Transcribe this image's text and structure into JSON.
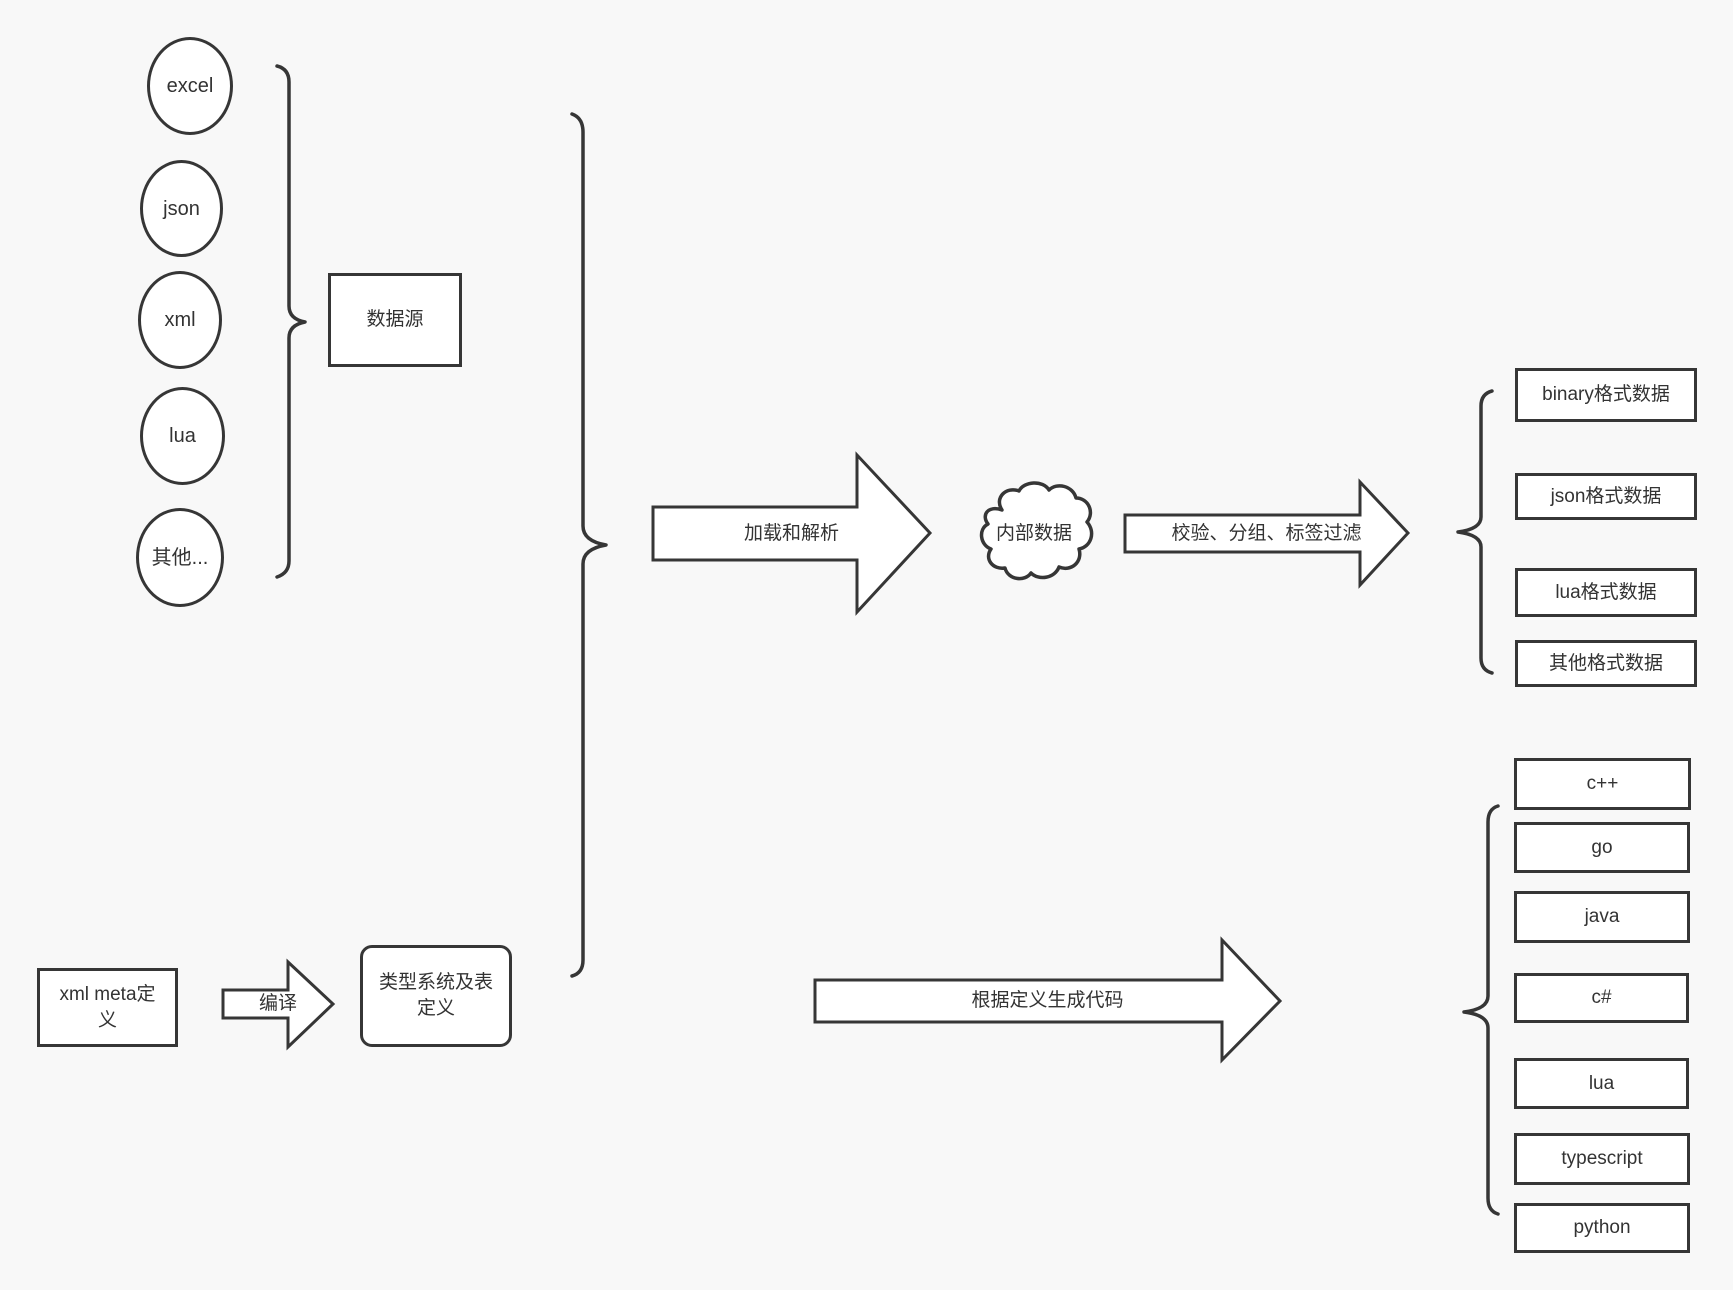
{
  "diagram": {
    "colors": {
      "background": "#f8f8f8",
      "shape_stroke": "#363636",
      "shape_fill": "#ffffff",
      "text": "#333333"
    },
    "source_ellipses": [
      {
        "label": "excel"
      },
      {
        "label": "json"
      },
      {
        "label": "xml"
      },
      {
        "label": "lua"
      },
      {
        "label": "其他..."
      }
    ],
    "data_source_box": {
      "label": "数据源"
    },
    "load_arrow": {
      "label": "加载和解析"
    },
    "internal_data_cloud": {
      "label": "内部数据"
    },
    "filter_arrow": {
      "label": "校验、分组、标签过滤"
    },
    "output_format_boxes": [
      {
        "label": "binary格式数据"
      },
      {
        "label": "json格式数据"
      },
      {
        "label": "lua格式数据"
      },
      {
        "label": "其他格式数据"
      }
    ],
    "xml_meta_box": {
      "line1": "xml meta定",
      "line2": "义"
    },
    "compile_arrow": {
      "label": "编译"
    },
    "type_system_box": {
      "line1": "类型系统及表",
      "line2": "定义"
    },
    "codegen_arrow": {
      "label": "根据定义生成代码"
    },
    "language_boxes": [
      {
        "label": "c++"
      },
      {
        "label": "go"
      },
      {
        "label": "java"
      },
      {
        "label": "c#"
      },
      {
        "label": "lua"
      },
      {
        "label": "typescript"
      },
      {
        "label": "python"
      }
    ]
  }
}
